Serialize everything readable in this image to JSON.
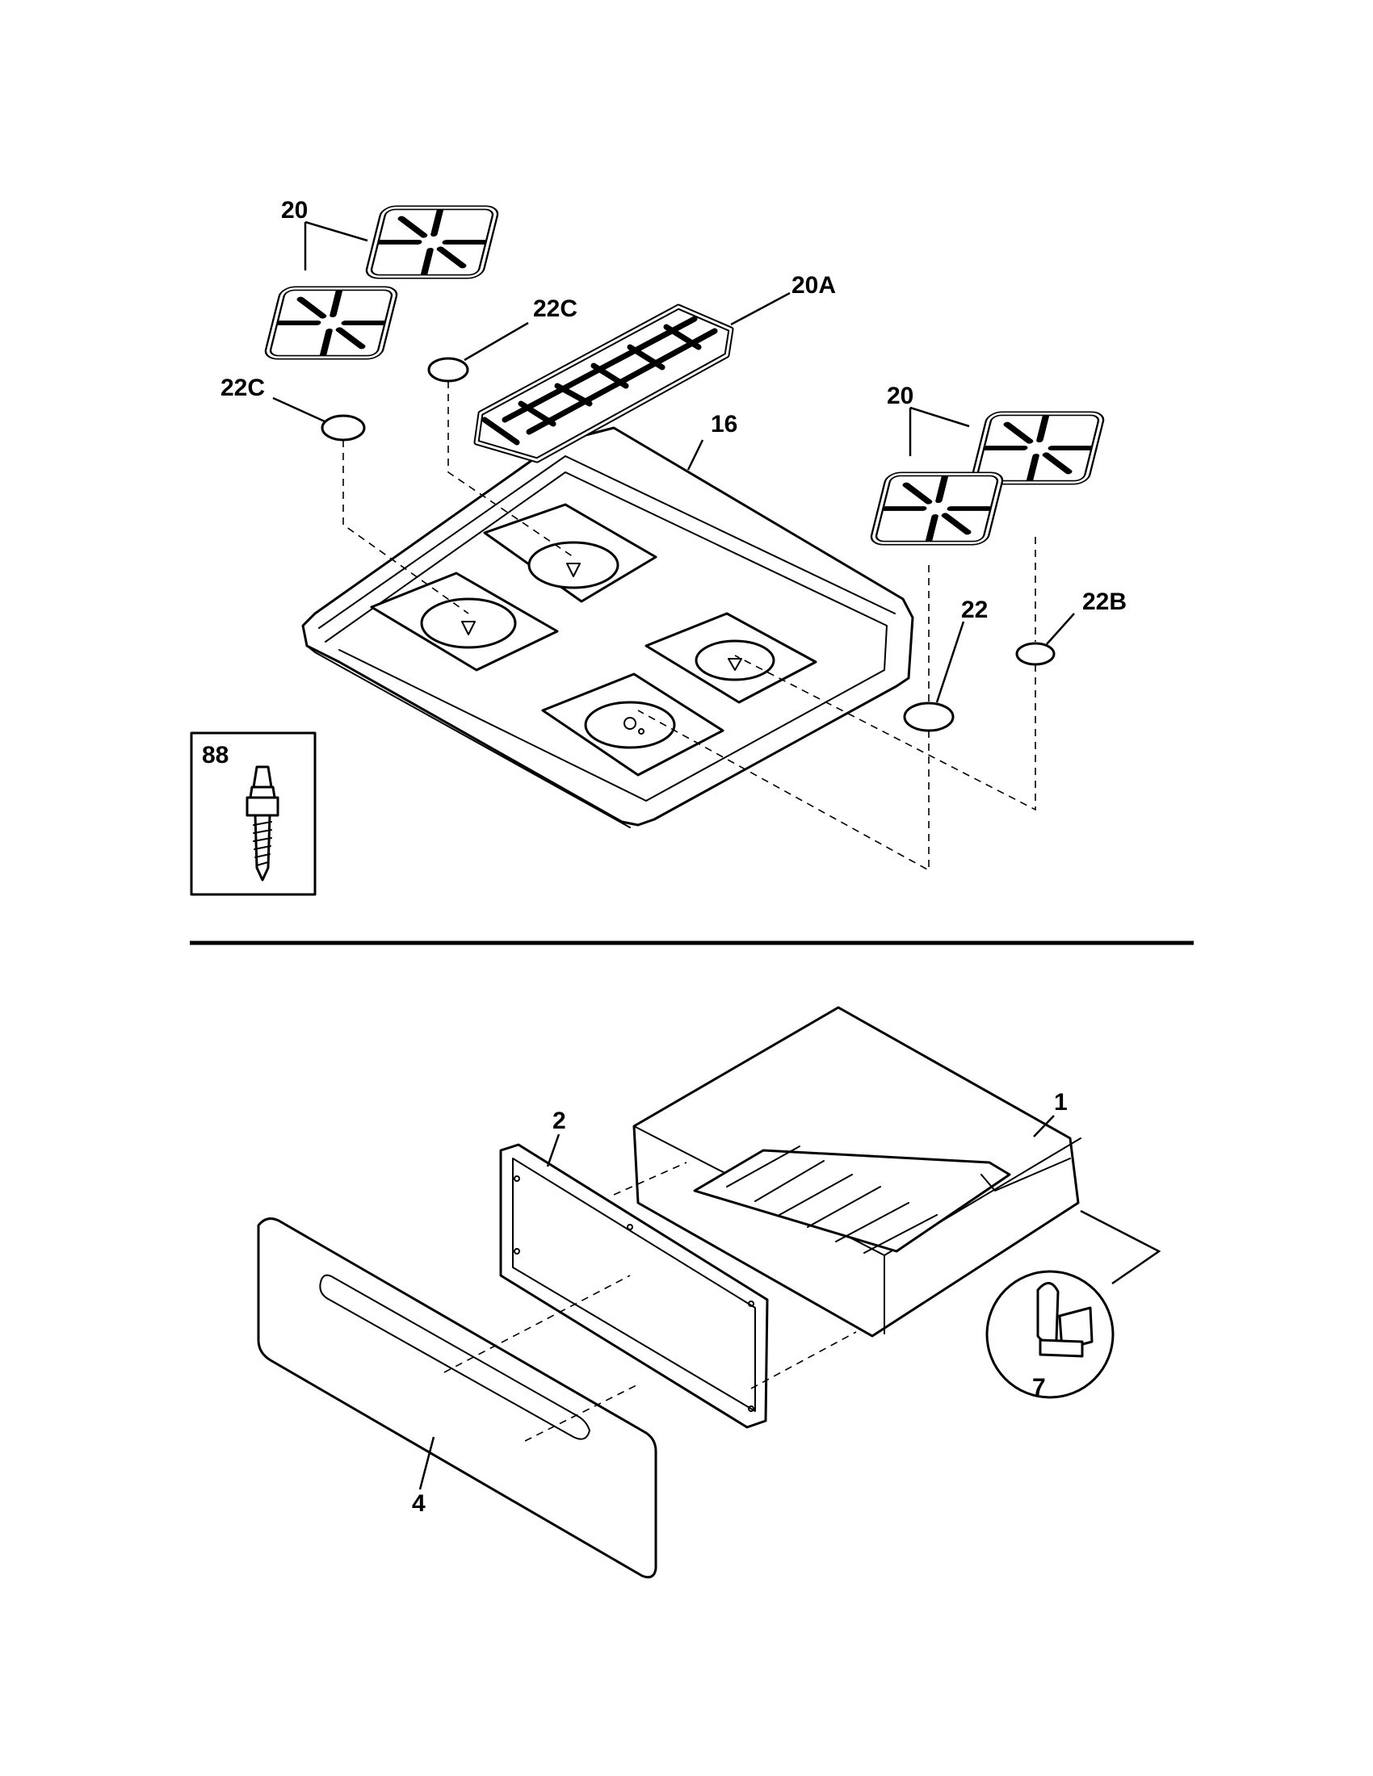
{
  "callouts": {
    "grate_pair_left": "20",
    "grate_center": "20A",
    "cap_22c_upper": "22C",
    "cap_22c_left": "22C",
    "cooktop": "16",
    "grate_pair_right": "20",
    "cap_22": "22",
    "cap_22b": "22B",
    "stud_detail": "88",
    "drawer_body": "1",
    "drawer_frame": "2",
    "drawer_panel": "4",
    "glide_detail": "7"
  }
}
